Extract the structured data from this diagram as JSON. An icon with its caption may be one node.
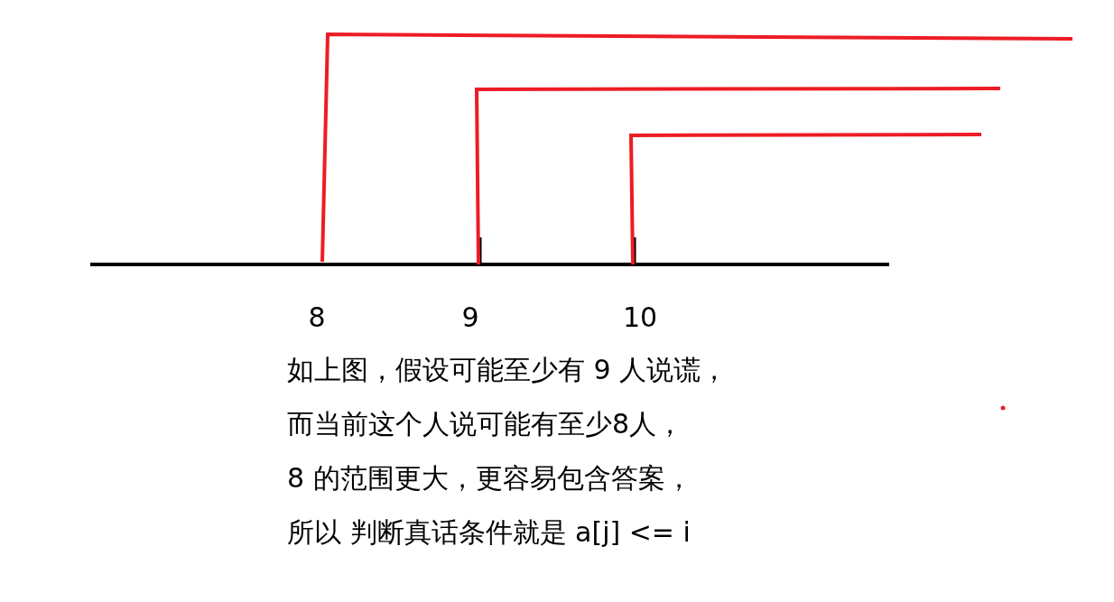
{
  "diagram": {
    "labels": [
      "8",
      "9",
      "10",
      "如上图，假设可能至少有 9 人说谎，",
      "而当前这个人说可能有至少8人，",
      "8 的范围更大，更容易包含答案，",
      "所以 判断真话条件就是 a[j] <= i"
    ]
  }
}
